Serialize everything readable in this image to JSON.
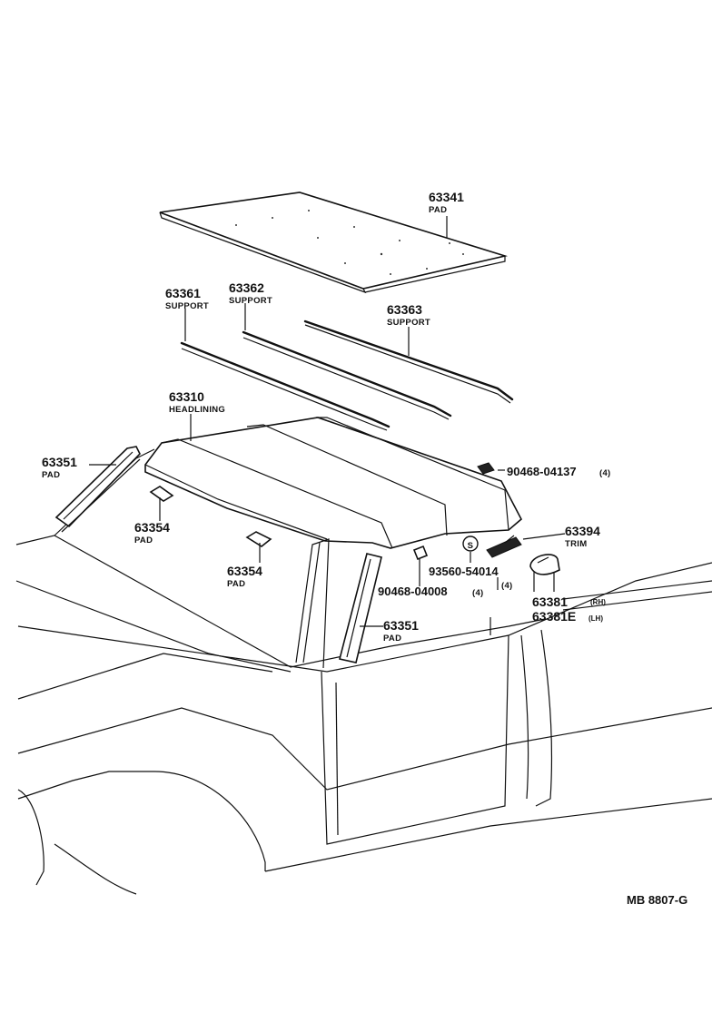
{
  "labels": {
    "pad_top": {
      "num": "63341",
      "sub": "PAD"
    },
    "sup1": {
      "num": "63361",
      "sub": "SUPPORT"
    },
    "sup2": {
      "num": "63362",
      "sub": "SUPPORT"
    },
    "sup3": {
      "num": "63363",
      "sub": "SUPPORT"
    },
    "headlining": {
      "num": "63310",
      "sub": "HEADLINING"
    },
    "pad_left": {
      "num": "63351",
      "sub": "PAD"
    },
    "pad_s1": {
      "num": "63354",
      "sub": "PAD"
    },
    "pad_s2": {
      "num": "63354",
      "sub": "PAD"
    },
    "pad_right": {
      "num": "63351",
      "sub": "PAD"
    },
    "trim": {
      "num": "63394",
      "sub": "TRIM"
    },
    "bolt1": {
      "code": "90468-04137",
      "qty": "(4)"
    },
    "bolt2": {
      "code": "93560-54014",
      "qty": "(4)"
    },
    "bolt3": {
      "code": "90468-04008",
      "qty": "(4)"
    },
    "cover_rh": {
      "num": "63381",
      "side": "(RH)"
    },
    "cover_lh": {
      "num": "63381E",
      "side": "(LH)"
    },
    "marker": "S",
    "ref": "MB 8807-G"
  }
}
